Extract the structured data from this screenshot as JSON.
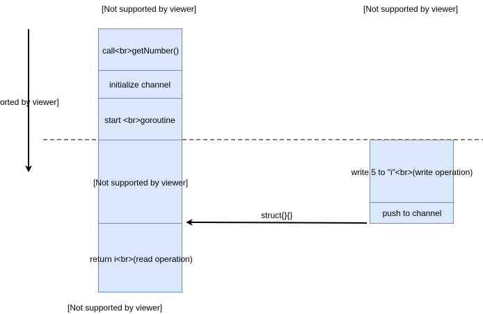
{
  "labels": {
    "top_left": "[Not supported by viewer]",
    "top_right": "[Not supported by viewer]",
    "left_side": "orted by viewer]",
    "bottom": "[Not supported by viewer]"
  },
  "main_column": {
    "call": "call<br>getNumber()",
    "init": "initialize channel",
    "start": "start <br>goroutine",
    "middle": "[Not supported by viewer]",
    "return": "return i<br>(read operation)"
  },
  "goroutine_column": {
    "write": "write 5 to \"i\"<br>(write operation)",
    "push": "push to channel"
  },
  "arrow_label": "struct{}{}",
  "colors": {
    "box_fill": "#dae8fc",
    "box_stroke": "#6c8ebf",
    "dashed_line": "#808080",
    "arrow": "#000000"
  }
}
